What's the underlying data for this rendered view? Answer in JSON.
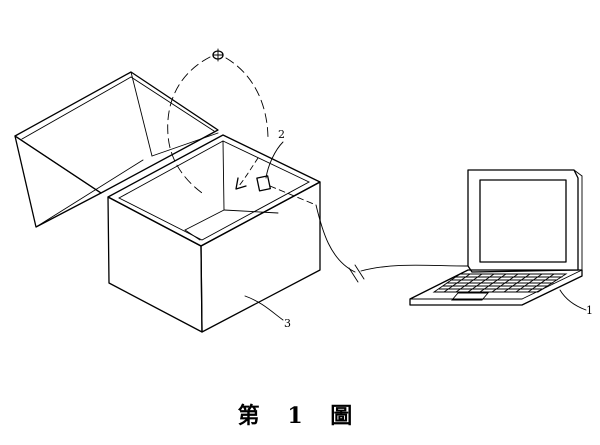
{
  "figure": {
    "caption": "第 1 圖",
    "labels": {
      "laptop": "1",
      "camera": "2",
      "box": "3"
    }
  }
}
